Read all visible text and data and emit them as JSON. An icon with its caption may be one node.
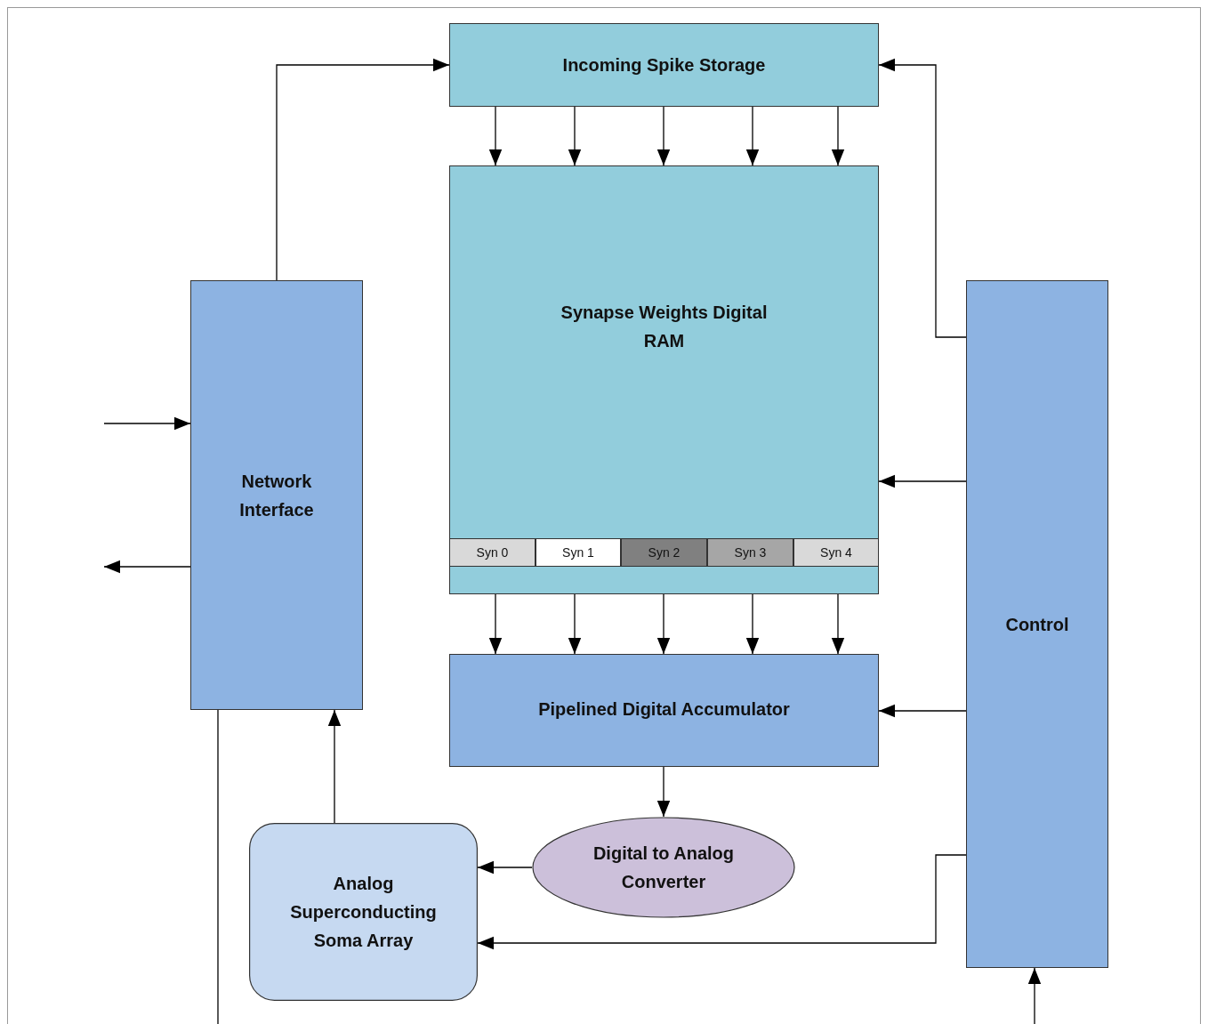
{
  "diagram": {
    "nodes": [
      {
        "text": [
          "Incoming Spike Storage"
        ]
      },
      {
        "text": [
          "Synapse Weights Digital RAM"
        ]
      },
      {
        "text": [
          "Syn 0"
        ],
        "in": 1
      },
      {
        "text": [
          "Syn 1"
        ],
        "in": 1
      },
      {
        "text": [
          "Syn 2"
        ],
        "in": 1
      },
      {
        "text": [
          "Syn 3"
        ],
        "in": 1
      },
      {
        "text": [
          "Syn 4"
        ],
        "in": 1
      },
      {
        "text": [
          "Network Interface"
        ]
      },
      {
        "text": [
          "Pipelined Digital Accumulator"
        ]
      },
      {
        "text": [
          "Digital to Analog Converter"
        ]
      },
      {
        "text": [
          "Analog Superconducting Soma Array"
        ]
      },
      {
        "text": [
          "Control"
        ]
      }
    ],
    "edges": [
      {
        "from": 7,
        "to": 0,
        "arrow": "to"
      },
      {
        "from": 11,
        "to": 0,
        "arrow": "to"
      },
      {
        "from": 0,
        "to": 1,
        "arrow": "to"
      },
      {
        "from": 0,
        "to": 1,
        "arrow": "to"
      },
      {
        "from": 0,
        "to": 1,
        "arrow": "to"
      },
      {
        "from": 0,
        "to": 1,
        "arrow": "to"
      },
      {
        "from": 0,
        "to": 1,
        "arrow": "to"
      },
      {
        "from": 1,
        "to": 8,
        "arrow": "to"
      },
      {
        "from": 1,
        "to": 8,
        "arrow": "to"
      },
      {
        "from": 1,
        "to": 8,
        "arrow": "to"
      },
      {
        "from": 1,
        "to": 8,
        "arrow": "to"
      },
      {
        "from": 1,
        "to": 8,
        "arrow": "to"
      },
      {
        "from": 11,
        "to": 1,
        "arrow": "to"
      },
      {
        "from": 11,
        "to": 8,
        "arrow": "to"
      },
      {
        "from": 8,
        "to": 9,
        "arrow": "to"
      },
      {
        "from": 9,
        "to": 10,
        "arrow": "to"
      },
      {
        "from": 11,
        "to": 10,
        "arrow": "to"
      },
      {
        "from": 10,
        "to": 7,
        "arrow": "to"
      },
      {
        "from": null,
        "to": 7,
        "arrow": "to"
      },
      {
        "from": 7,
        "to": null,
        "arrow": "to"
      },
      {
        "from": 7,
        "to": null,
        "arrow": "none"
      },
      {
        "from": null,
        "to": 11,
        "arrow": "to"
      }
    ]
  }
}
